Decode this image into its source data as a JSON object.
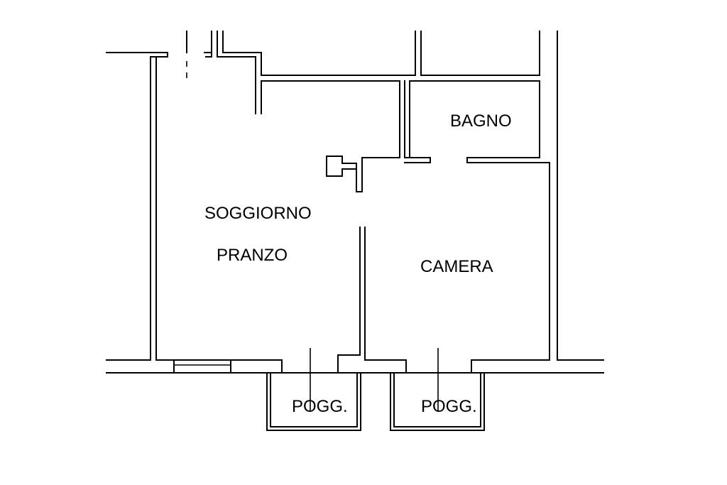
{
  "plan": {
    "rooms": {
      "bagno": "BAGNO",
      "soggiorno": "SOGGIORNO",
      "pranzo": "PRANZO",
      "camera": "CAMERA",
      "poggiolo_1": "POGG.",
      "poggiolo_2": "POGG."
    },
    "colors": {
      "wall": "#000000",
      "background": "#ffffff"
    }
  }
}
